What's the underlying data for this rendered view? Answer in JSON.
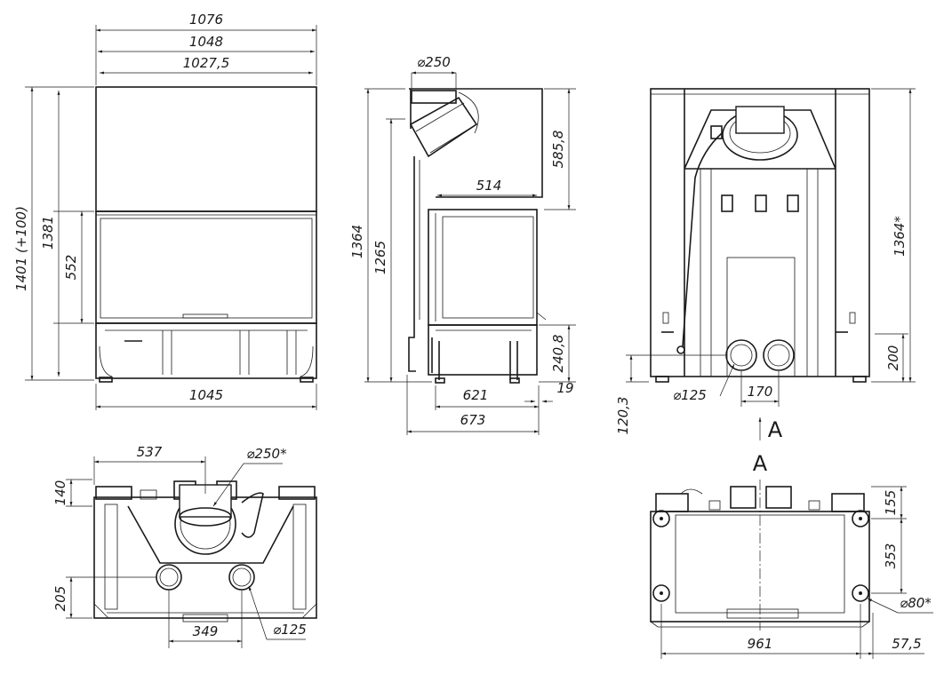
{
  "front_view": {
    "dims": {
      "overall_width": "1076",
      "width_1048": "1048",
      "width_1027_5": "1027,5",
      "total_height": "1401 (+100)",
      "height_1381": "1381",
      "glass_height": "552",
      "base_width": "1045"
    }
  },
  "side_view": {
    "dims": {
      "flue_diameter": "⌀250",
      "top_height": "585,8",
      "depth_514": "514",
      "height_1364": "1364",
      "height_1265": "1265",
      "height_240_8": "240,8",
      "offset_19": "19",
      "depth_621": "621",
      "depth_673": "673"
    }
  },
  "rear_view": {
    "dims": {
      "height_1364_star": "1364*",
      "height_200": "200",
      "height_120_3": "120,3",
      "air_diameter": "⌀125",
      "spacing_170": "170"
    },
    "section_marker": "A"
  },
  "top_view": {
    "dims": {
      "offset_537": "537",
      "flue_diameter_star": "⌀250*",
      "depth_140": "140",
      "depth_205": "205",
      "spacing_349": "349",
      "air_diameter": "⌀125"
    }
  },
  "section_view": {
    "title": "A",
    "dims": {
      "depth_155": "155",
      "depth_353": "353",
      "leg_diameter": "⌀80*",
      "width_961": "961",
      "offset_57_5": "57,5"
    }
  }
}
